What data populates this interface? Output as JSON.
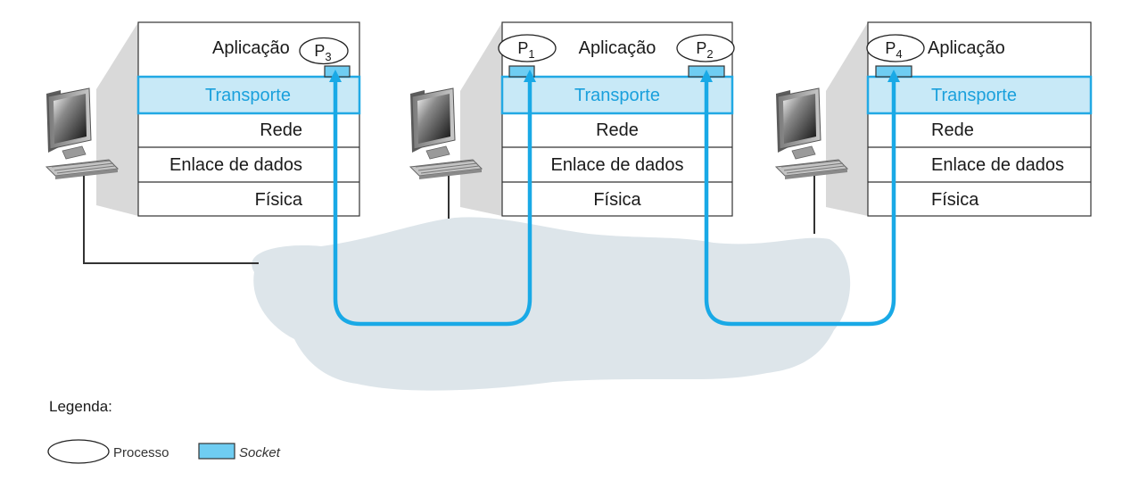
{
  "layers": {
    "application": "Aplicação",
    "transport": "Transporte",
    "network": "Rede",
    "link": "Enlace de dados",
    "physical": "Física"
  },
  "processes": {
    "host1": {
      "letter": "P",
      "sub": "3"
    },
    "host2_left": {
      "letter": "P",
      "sub": "1"
    },
    "host2_right": {
      "letter": "P",
      "sub": "2"
    },
    "host3": {
      "letter": "P",
      "sub": "4"
    }
  },
  "legend": {
    "title": "Legenda:",
    "process_label": "Processo",
    "socket_label": "Socket"
  },
  "colors": {
    "transport_fill": "#c8e9f7",
    "transport_text": "#1aa0dc",
    "connection": "#19a9e6",
    "socket_fill": "#6fcdf2",
    "cloud": "#dde5ea",
    "shadow": "#d9d9d9",
    "border": "#333333"
  },
  "icons": {
    "computer": "computer-icon",
    "cloud": "network-cloud"
  }
}
